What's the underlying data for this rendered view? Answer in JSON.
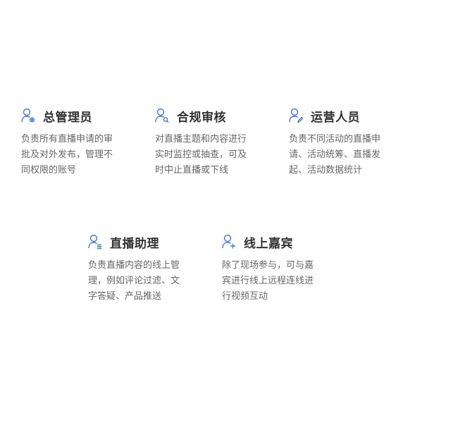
{
  "colors": {
    "icon": "#4a76c4",
    "title": "#333333",
    "description": "#666666"
  },
  "roles": [
    {
      "icon": "user-settings-icon",
      "title": "总管理员",
      "description": "负责所有直播申请的审批及对外发布，管理不同权限的账号"
    },
    {
      "icon": "user-search-icon",
      "title": "合规审核",
      "description": "对直播主题和内容进行实时监控或抽查，可及时中止直播或下线"
    },
    {
      "icon": "user-edit-icon",
      "title": "运营人员",
      "description": "负责不同活动的直播申请、活动统筹、直播发起、活动数据统计"
    },
    {
      "icon": "user-list-icon",
      "title": "直播助理",
      "description": "负责直播内容的线上管理，例如评论过滤、文字答疑、产品推送"
    },
    {
      "icon": "user-add-icon",
      "title": "线上嘉宾",
      "description": "除了现场参与，可与嘉宾进行线上远程连线进行视频互动"
    }
  ]
}
